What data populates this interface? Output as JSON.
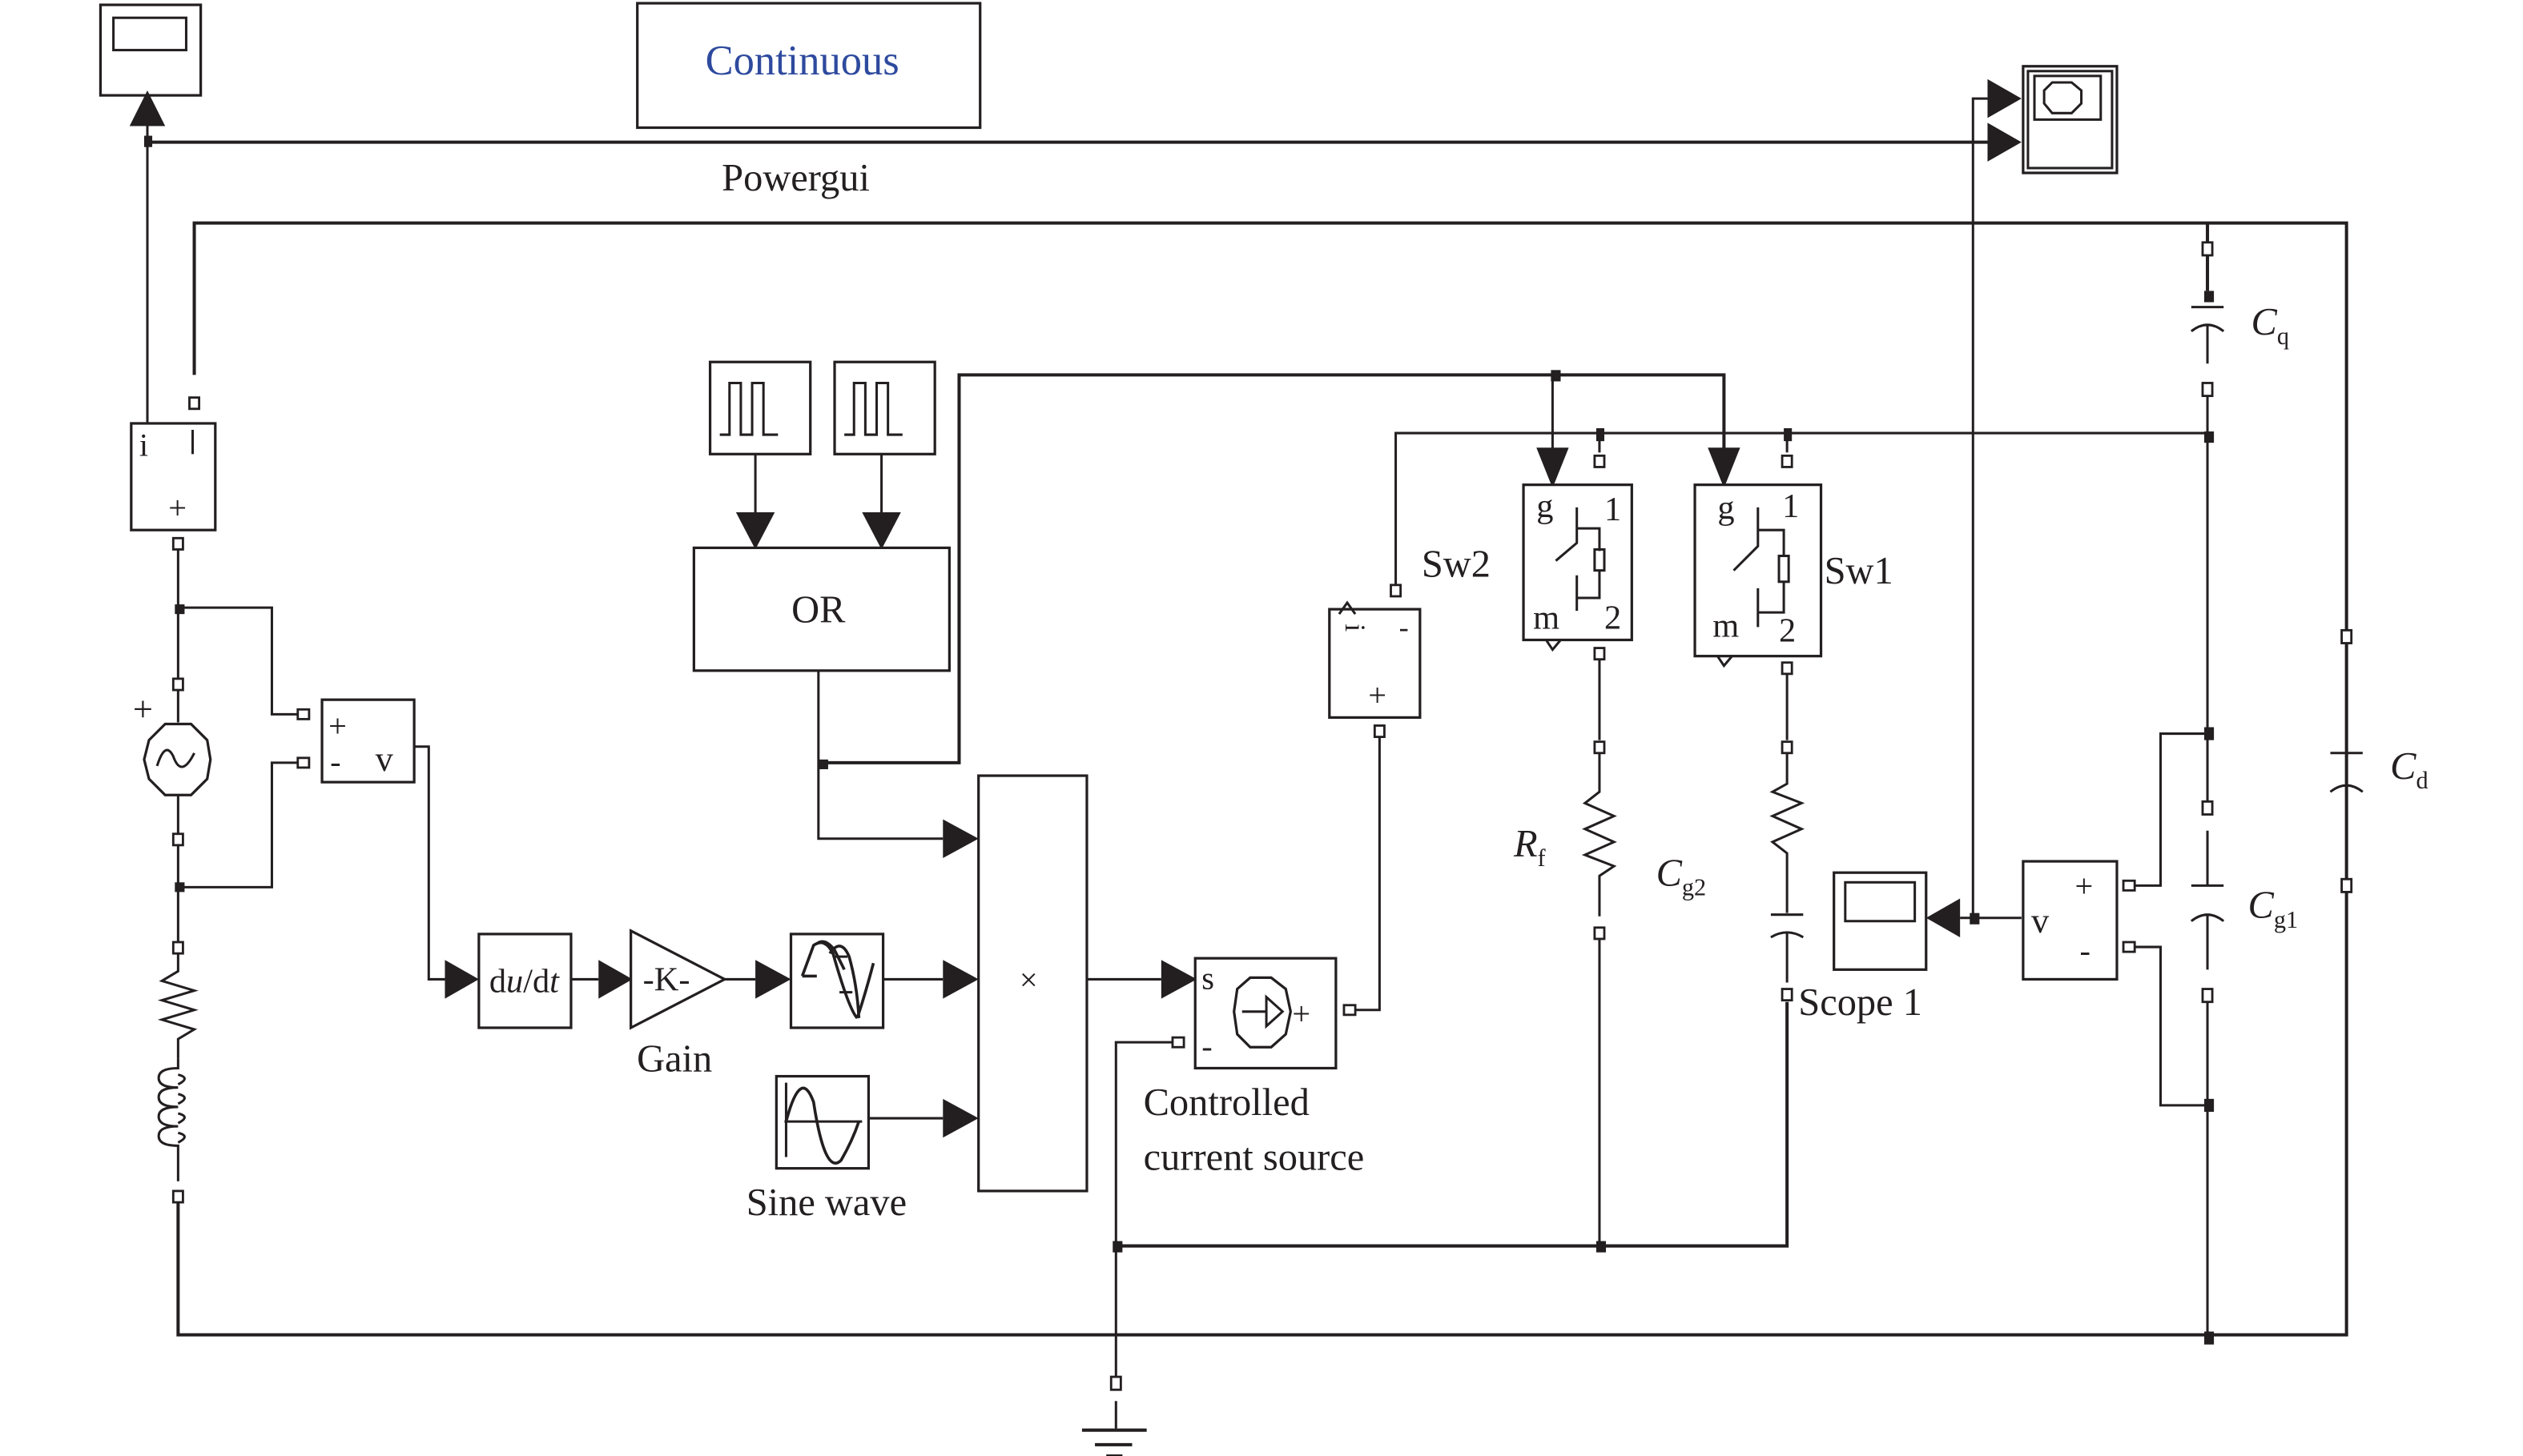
{
  "diagram": {
    "title": "Simulink circuit model",
    "powergui": {
      "mode_label": "Continuous",
      "name": "Powergui",
      "mode_color": "#2e4a9e"
    },
    "blocks": {
      "or_gate": {
        "label": "OR"
      },
      "derivative": {
        "label_pre": "d",
        "label_u": "u",
        "label_mid": "/d",
        "label_t": "t"
      },
      "gain": {
        "symbol": "-K-",
        "name": "Gain"
      },
      "product": {
        "symbol": "×"
      },
      "sine_wave": {
        "name": "Sine wave"
      },
      "controlled_source": {
        "name_line1": "Controlled",
        "name_line2": "current source",
        "port_s": "s",
        "port_minus": "-",
        "port_plus": "+"
      },
      "scope1": {
        "name": "Scope 1"
      },
      "sw1": {
        "name": "Sw1",
        "port_g": "g",
        "port_m": "m",
        "port_1": "1",
        "port_2": "2"
      },
      "sw2": {
        "name": "Sw2",
        "port_g": "g",
        "port_m": "m",
        "port_1": "1",
        "port_2": "2"
      },
      "current_meas_left": {
        "port_i": "i",
        "port_plus": "+",
        "port_minus": "|"
      },
      "current_meas_mid": {
        "port_i": "i",
        "port_plus": "+",
        "port_minus": "-"
      },
      "voltage_meas_left": {
        "plus": "+",
        "minus": "-",
        "out": "v"
      },
      "voltage_meas_right": {
        "plus": "+",
        "minus": "-",
        "out": "v"
      },
      "ac_source": {
        "plus": "+"
      }
    },
    "components": {
      "rf": {
        "sym": "R",
        "sub": "f"
      },
      "cg2": {
        "sym": "C",
        "sub": "g2"
      },
      "cg1": {
        "sym": "C",
        "sub": "g1"
      },
      "cq": {
        "sym": "C",
        "sub": "q"
      },
      "cd": {
        "sym": "C",
        "sub": "d"
      }
    }
  }
}
